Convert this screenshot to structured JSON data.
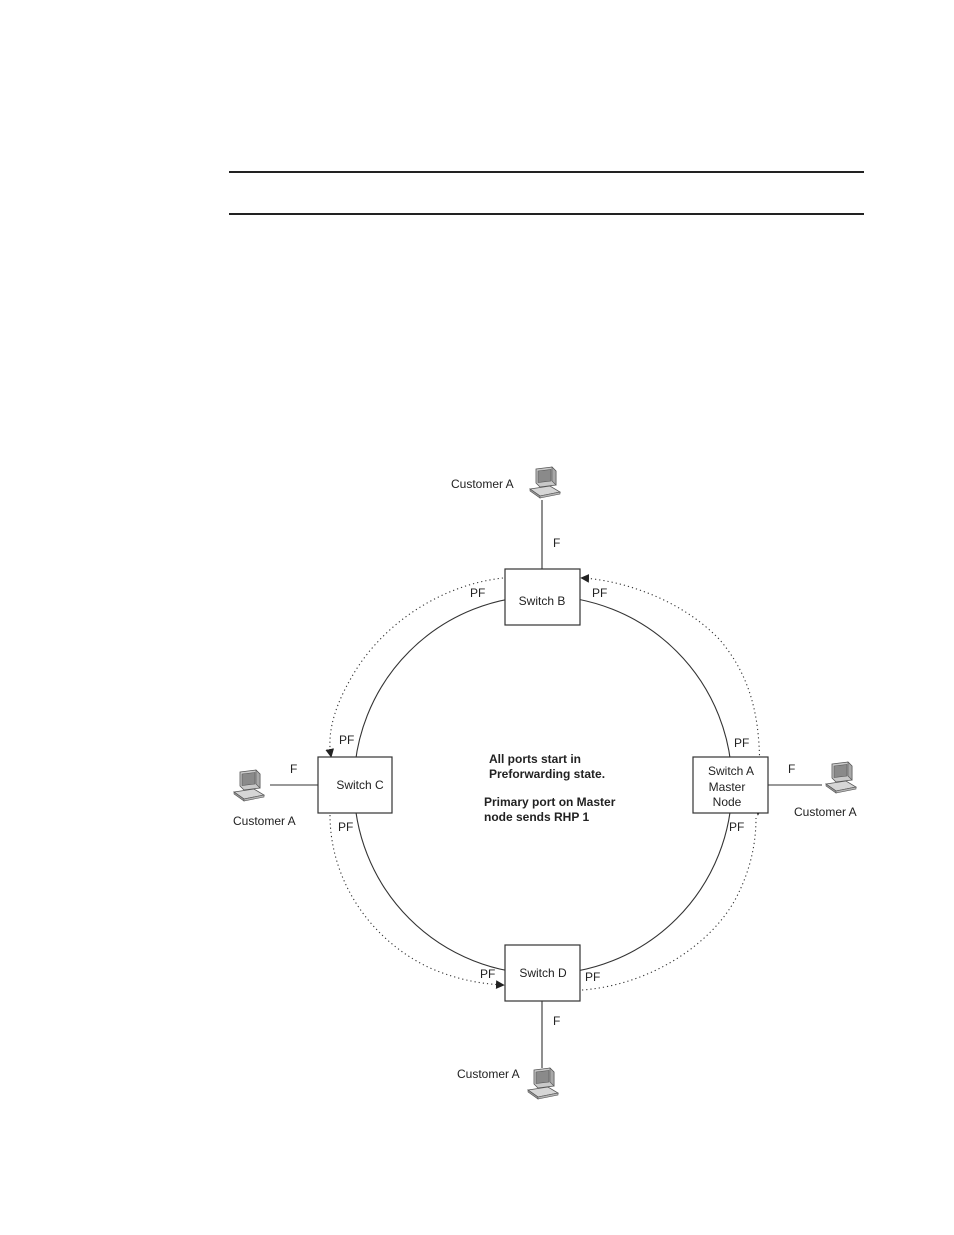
{
  "nodes": {
    "switch_b": {
      "label": "Switch B"
    },
    "switch_c": {
      "label": "Switch C"
    },
    "switch_d": {
      "label": "Switch D"
    },
    "switch_a": {
      "lines": [
        "Switch A",
        "Master",
        "Node"
      ]
    }
  },
  "customers": {
    "top": "Customer A",
    "left": "Customer A",
    "right": "Customer A",
    "bottom": "Customer A"
  },
  "port_labels": {
    "forwarding": "F",
    "preforwarding": "PF"
  },
  "notes": {
    "line1": "All ports start in",
    "line2": "Preforwarding state.",
    "line3": "Primary port on Master",
    "line4": "node sends RHP 1"
  }
}
